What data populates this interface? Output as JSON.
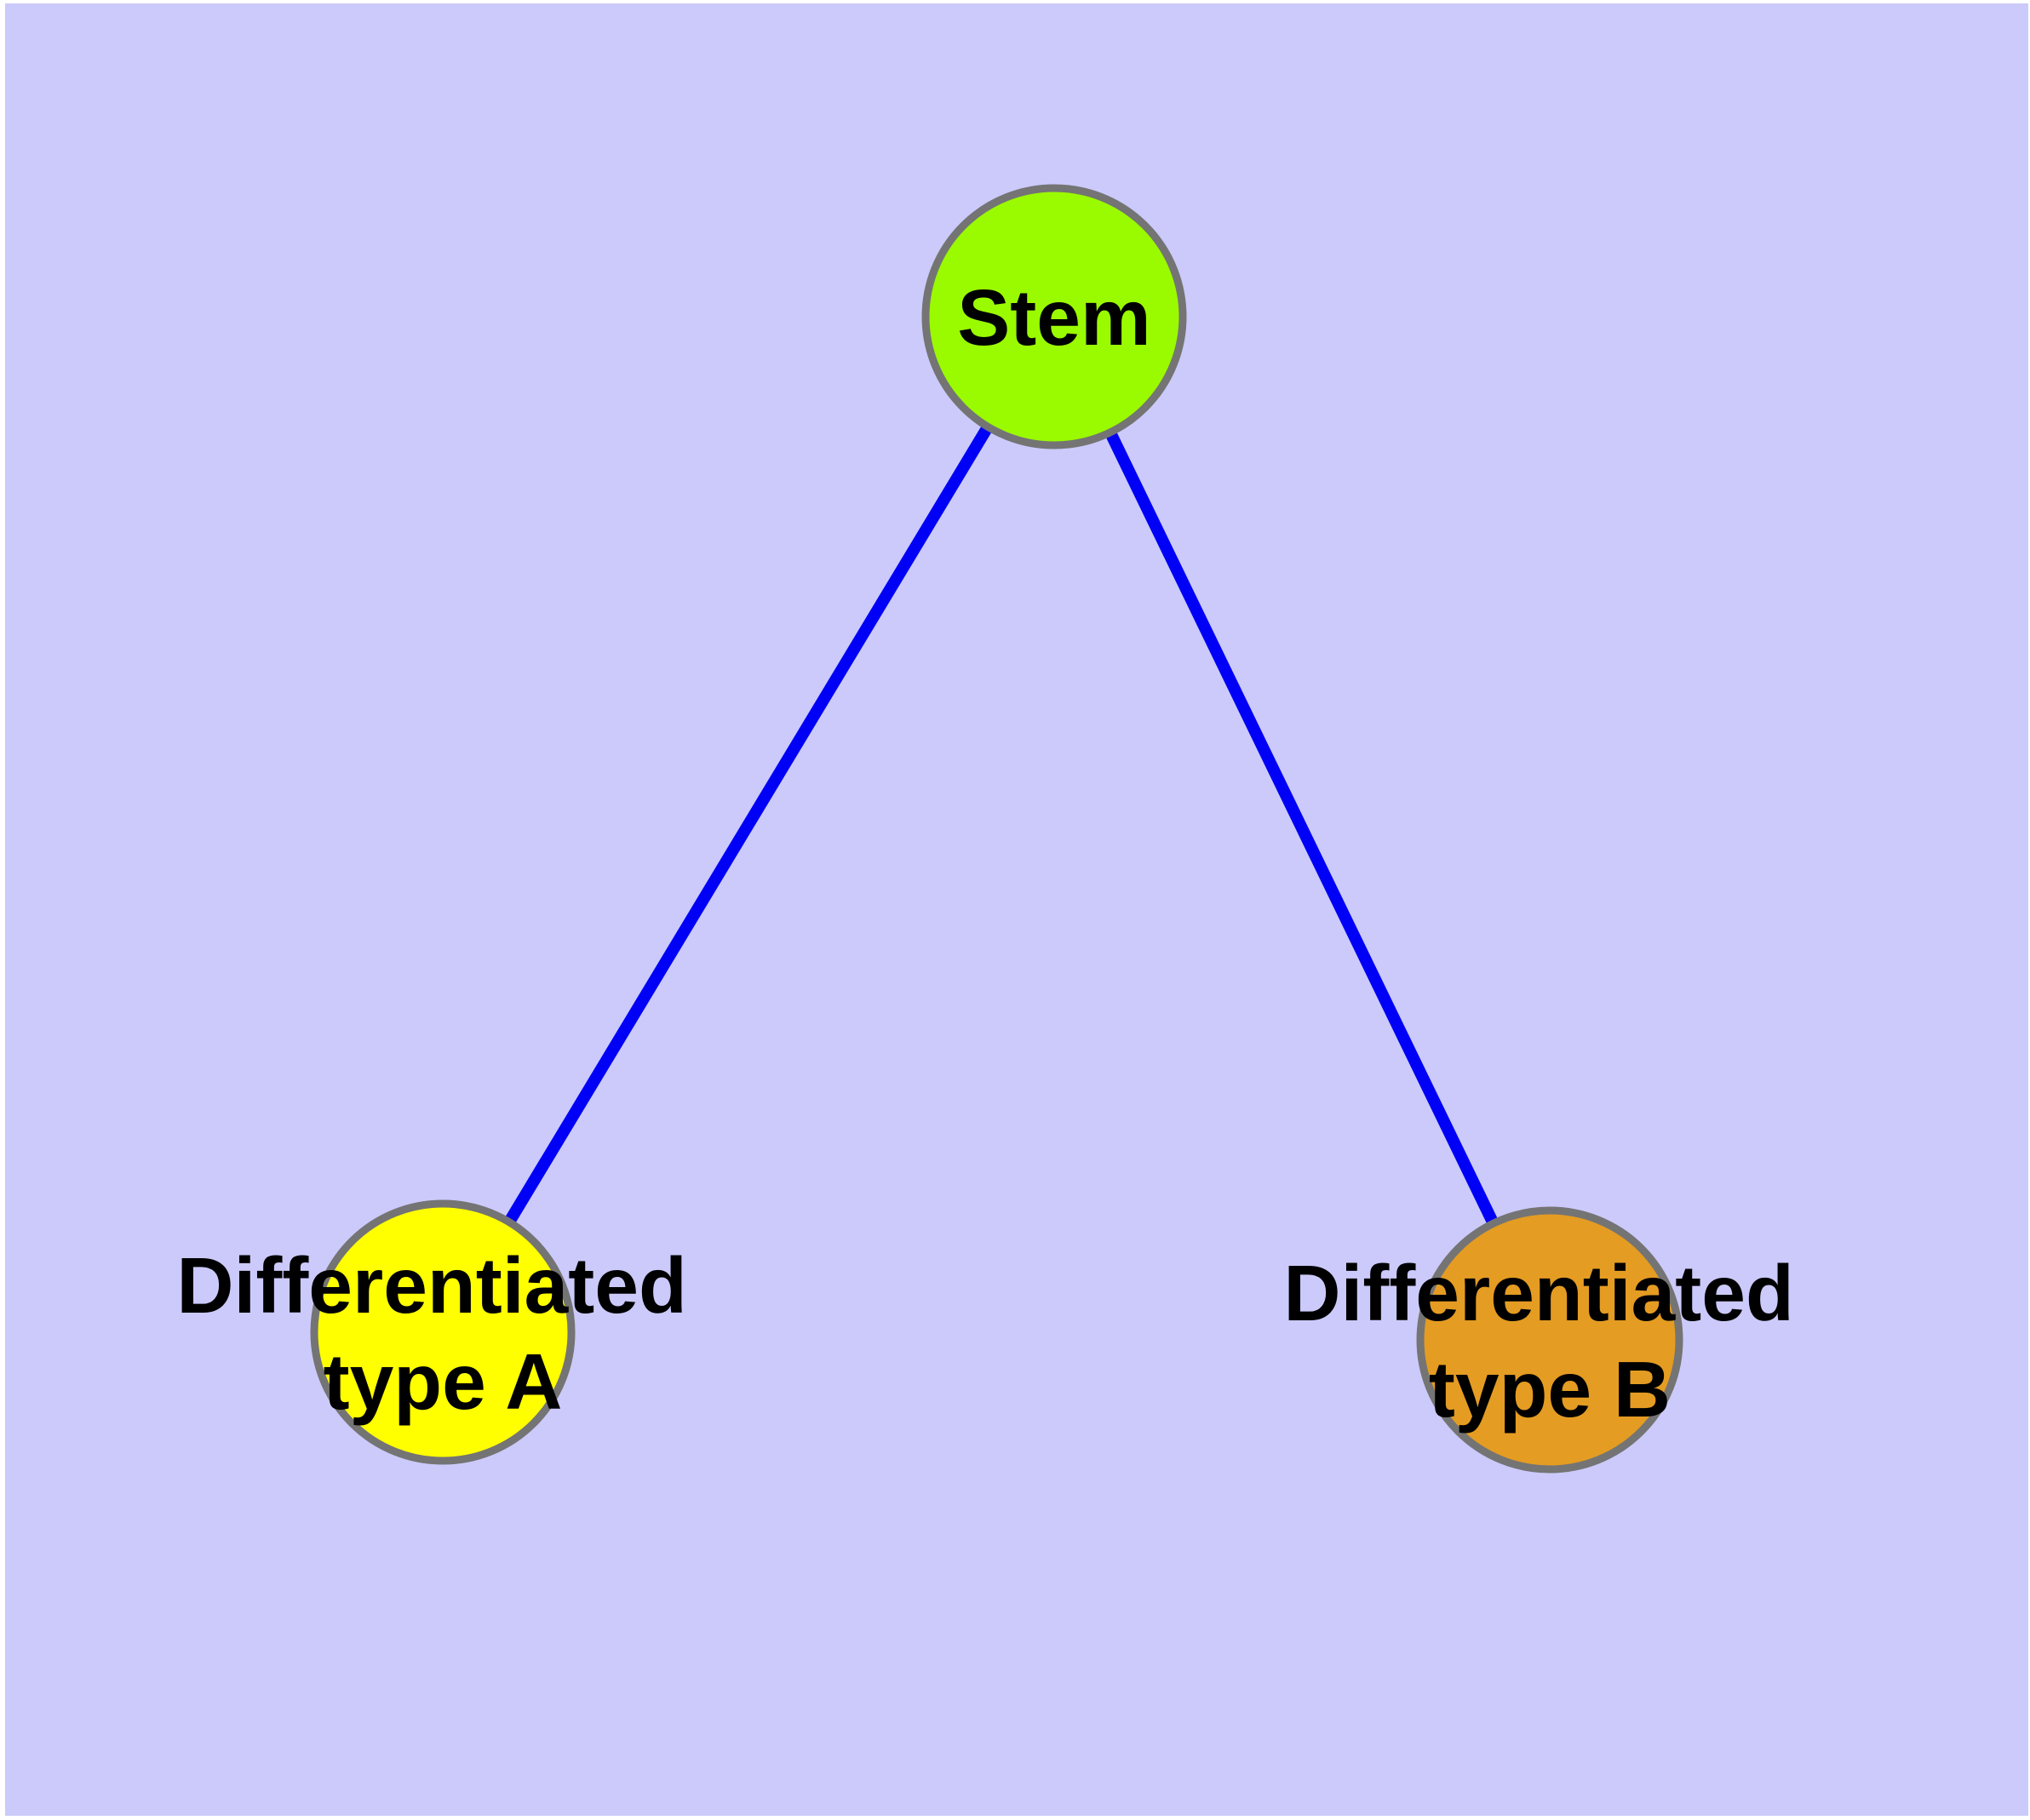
{
  "diagram": {
    "type": "graph",
    "description": "Stem cell differentiation graph: one stem node connected to two differentiated cell-type nodes",
    "colors": {
      "background": "#CBCAFA",
      "margin": "#FFFFFF",
      "edge": "#0000F6",
      "node_border": "#747474",
      "label": "#000000"
    },
    "nodes": {
      "stem": {
        "label": "Stem",
        "fill": "#9AFA00"
      },
      "type_a": {
        "lines": [
          "Differentiated",
          "type A"
        ],
        "fill": "#FFFF00"
      },
      "type_b": {
        "lines": [
          "Differentiated",
          "type B"
        ],
        "fill": "#E49C22"
      }
    },
    "edges": [
      {
        "from": "Stem",
        "to": "Differentiated type A"
      },
      {
        "from": "Stem",
        "to": "Differentiated type B"
      }
    ]
  }
}
